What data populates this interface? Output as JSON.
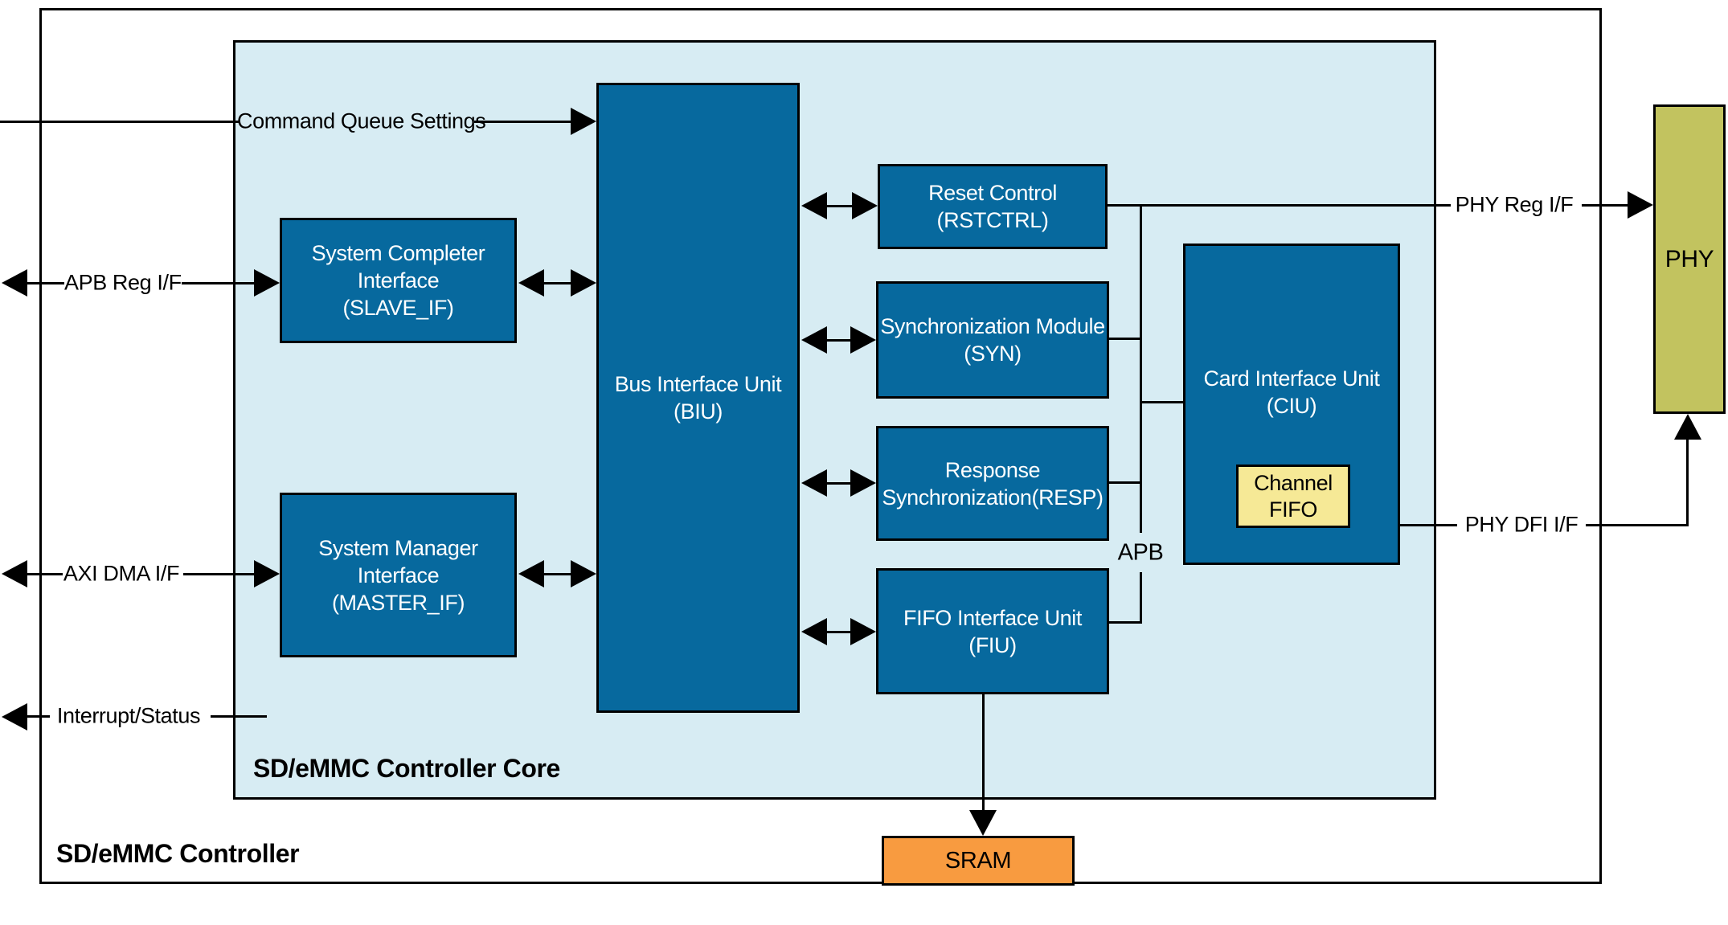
{
  "containers": {
    "outer": "SD/eMMC Controller",
    "core": "SD/eMMC Controller Core"
  },
  "blocks": {
    "slave_if": {
      "line1": "System Completer",
      "line2": "Interface",
      "line3": "(SLAVE_IF)"
    },
    "master_if": {
      "line1": "System Manager",
      "line2": "Interface",
      "line3": "(MASTER_IF)"
    },
    "biu": {
      "line1": "Bus Interface Unit",
      "line2": "(BIU)"
    },
    "rstctrl": {
      "line1": "Reset Control",
      "line2": "(RSTCTRL)"
    },
    "syn": {
      "line1": "Synchronization Module",
      "line2": "(SYN)"
    },
    "resp": {
      "line1": "Response",
      "line2": "Synchronization(RESP)"
    },
    "fiu": {
      "line1": "FIFO Interface Unit",
      "line2": "(FIU)"
    },
    "ciu": {
      "line1": "Card Interface Unit",
      "line2": "(CIU)"
    },
    "channel_fifo": {
      "line1": "Channel",
      "line2": "FIFO"
    },
    "phy": {
      "label": "PHY"
    },
    "sram": {
      "label": "SRAM"
    }
  },
  "signals": {
    "command_queue": "Command Queue Settings",
    "apb_reg": "APB Reg I/F",
    "axi_dma": "AXI DMA I/F",
    "interrupt_status": "Interrupt/Status",
    "phy_reg": "PHY Reg I/F",
    "phy_dfi": "PHY DFI I/F",
    "apb_bus": "APB"
  },
  "colors": {
    "block_blue": "#07699e",
    "core_bg": "#d7ecf3",
    "fifo_yellow": "#f6e996",
    "phy_olive": "#c2c35f",
    "sram_orange": "#f89b40",
    "line_black": "#000000"
  }
}
